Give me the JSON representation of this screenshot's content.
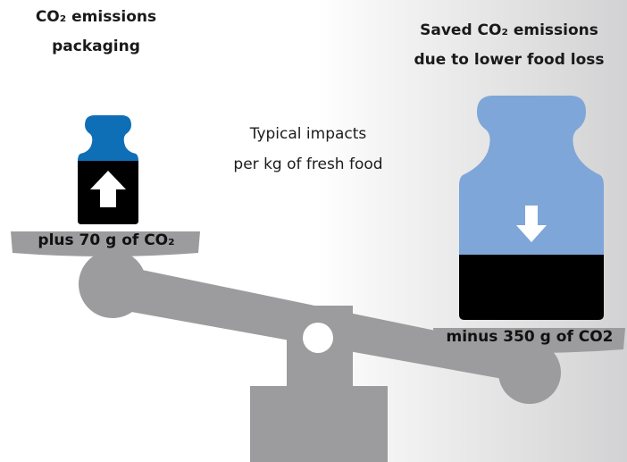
{
  "left": {
    "title_line1": "CO₂ emissions",
    "title_line2": "packaging",
    "pan_label": "plus 70 g of CO₂",
    "arrow": "up-arrow-icon"
  },
  "right": {
    "title_line1": "Saved CO₂ emissions",
    "title_line2": "due to lower food loss",
    "pan_label": "minus 350 g of CO2",
    "arrow": "down-arrow-icon"
  },
  "center": {
    "line1": "Typical impacts",
    "line2": "per kg of fresh food"
  },
  "colors": {
    "left_weight_top": "#0f6fb6",
    "right_weight_top": "#7ea6d8",
    "weight_body": "#000000",
    "scale_gray": "#9c9c9e",
    "text": "#1a1a1a"
  }
}
